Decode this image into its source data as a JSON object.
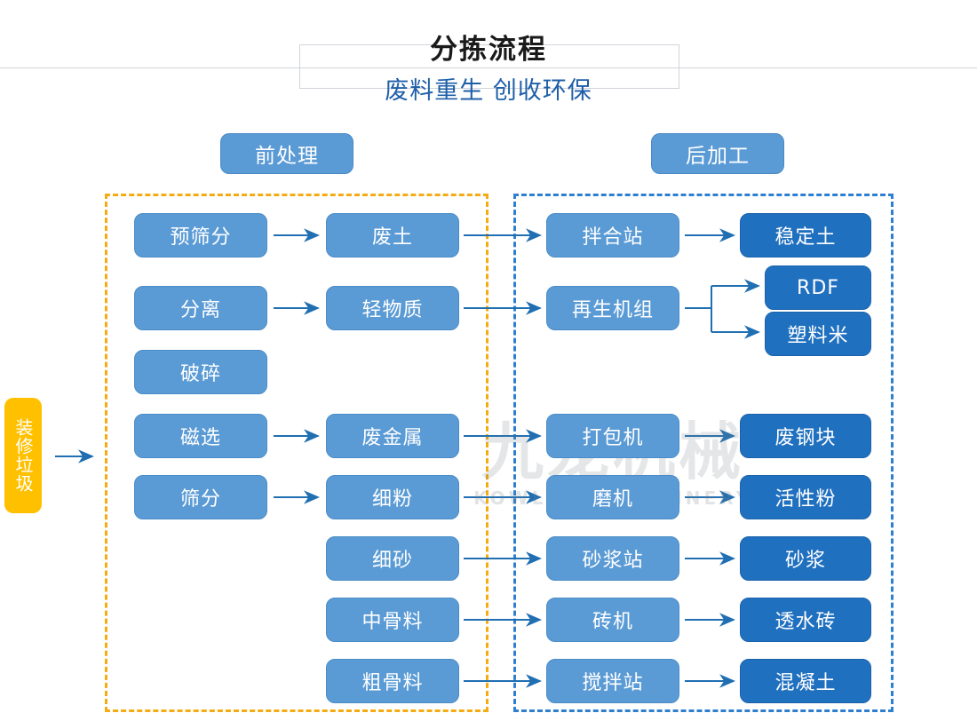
{
  "header": {
    "title": "分拣流程",
    "subtitle": "废料重生 创收环保"
  },
  "watermark": {
    "cn": "九龙机械",
    "en": "KOWLOONMACHINERY"
  },
  "sections": {
    "pre_label": "前处理",
    "post_label": "后加工"
  },
  "input": {
    "label": "装修垃圾",
    "color": "#ffc000"
  },
  "colors": {
    "node_light": "#5b9bd5",
    "node_dark": "#2070c0",
    "zone_pre_border": "#f5ab12",
    "zone_post_border": "#2e7fd0",
    "arrow": "#1f6fb2",
    "title": "#1a1a1a",
    "subtitle": "#1f5fa8"
  },
  "pre": {
    "processes": [
      {
        "label": "预筛分"
      },
      {
        "label": "分离"
      },
      {
        "label": "破碎"
      },
      {
        "label": "磁选"
      },
      {
        "label": "筛分"
      }
    ],
    "materials": [
      {
        "label": "废土"
      },
      {
        "label": "轻物质"
      },
      {
        "label": "废金属"
      },
      {
        "label": "细粉"
      },
      {
        "label": "细砂"
      },
      {
        "label": "中骨料"
      },
      {
        "label": "粗骨料"
      }
    ]
  },
  "post": {
    "machines": [
      {
        "label": "拌合站"
      },
      {
        "label": "再生机组"
      },
      {
        "label": "打包机"
      },
      {
        "label": "磨机"
      },
      {
        "label": "砂浆站"
      },
      {
        "label": "砖机"
      },
      {
        "label": "搅拌站"
      }
    ],
    "products": [
      {
        "label": "稳定土"
      },
      {
        "label": "RDF"
      },
      {
        "label": "塑料米"
      },
      {
        "label": "废钢块"
      },
      {
        "label": "活性粉"
      },
      {
        "label": "砂浆"
      },
      {
        "label": "透水砖"
      },
      {
        "label": "混凝土"
      }
    ]
  },
  "flow": {
    "edges": [
      {
        "from": "装修垃圾",
        "to": "前处理"
      },
      {
        "from": "预筛分",
        "to": "废土"
      },
      {
        "from": "分离",
        "to": "轻物质"
      },
      {
        "from": "磁选",
        "to": "废金属"
      },
      {
        "from": "筛分",
        "to": "细粉"
      },
      {
        "from": "废土",
        "to": "拌合站"
      },
      {
        "from": "轻物质",
        "to": "再生机组"
      },
      {
        "from": "废金属",
        "to": "打包机"
      },
      {
        "from": "细粉",
        "to": "磨机"
      },
      {
        "from": "细砂",
        "to": "砂浆站"
      },
      {
        "from": "中骨料",
        "to": "砖机"
      },
      {
        "from": "粗骨料",
        "to": "搅拌站"
      },
      {
        "from": "拌合站",
        "to": "稳定土"
      },
      {
        "from": "再生机组",
        "to": "RDF"
      },
      {
        "from": "再生机组",
        "to": "塑料米"
      },
      {
        "from": "打包机",
        "to": "废钢块"
      },
      {
        "from": "磨机",
        "to": "活性粉"
      },
      {
        "from": "砂浆站",
        "to": "砂浆"
      },
      {
        "from": "砖机",
        "to": "透水砖"
      },
      {
        "from": "搅拌站",
        "to": "混凝土"
      }
    ]
  }
}
